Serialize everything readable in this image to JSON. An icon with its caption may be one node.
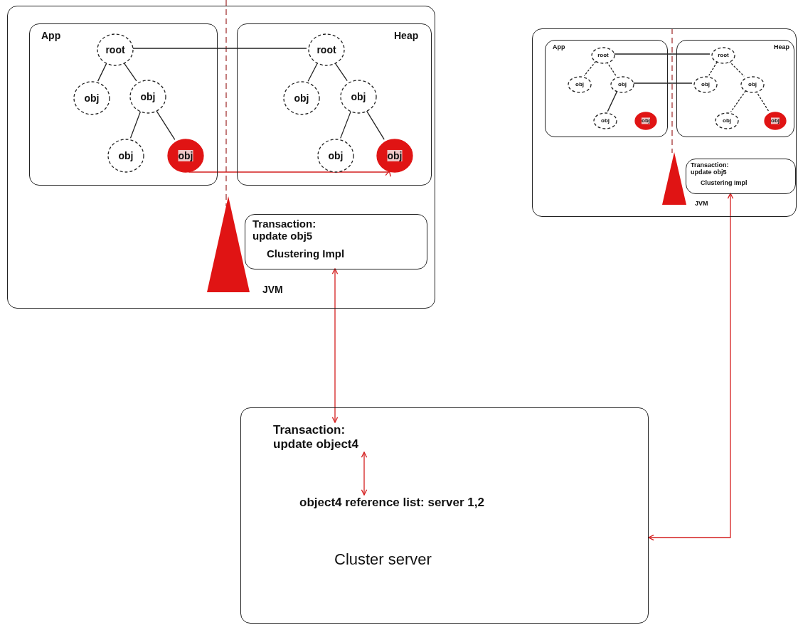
{
  "diagram": {
    "nodes": [
      {
        "text": [
          "JVM"
        ]
      },
      {
        "text": [
          "App"
        ],
        "in": 0
      },
      {
        "text": [
          "root"
        ],
        "in": 1
      },
      {
        "text": [
          "obj"
        ],
        "in": 1
      },
      {
        "text": [
          "obj"
        ],
        "in": 1
      },
      {
        "text": [
          "obj"
        ],
        "in": 1
      },
      {
        "text": [
          "obj"
        ],
        "in": 1
      },
      {
        "text": [
          "Heap"
        ],
        "in": 0
      },
      {
        "text": [
          "root"
        ],
        "in": 7
      },
      {
        "text": [
          "obj"
        ],
        "in": 7
      },
      {
        "text": [
          "obj"
        ],
        "in": 7
      },
      {
        "text": [
          "obj"
        ],
        "in": 7
      },
      {
        "text": [
          "obj"
        ],
        "in": 7
      },
      {
        "text": [
          "Transaction: update obj5",
          "Clustering Impl"
        ],
        "in": 0
      },
      {
        "text": [
          "JVM"
        ]
      },
      {
        "text": [
          "App"
        ],
        "in": 14
      },
      {
        "text": [
          "root"
        ],
        "in": 15
      },
      {
        "text": [
          "obj"
        ],
        "in": 15
      },
      {
        "text": [
          "obj"
        ],
        "in": 15
      },
      {
        "text": [
          "obj"
        ],
        "in": 15
      },
      {
        "text": [
          "obj"
        ],
        "in": 15
      },
      {
        "text": [
          "Heap"
        ],
        "in": 14
      },
      {
        "text": [
          "root"
        ],
        "in": 21
      },
      {
        "text": [
          "obj"
        ],
        "in": 21
      },
      {
        "text": [
          "obj"
        ],
        "in": 21
      },
      {
        "text": [
          "obj"
        ],
        "in": 21
      },
      {
        "text": [
          "obj"
        ],
        "in": 21
      },
      {
        "text": [
          "Transaction: update obj5",
          "Clustering Impl"
        ],
        "in": 14
      },
      {
        "text": [
          "Cluster server"
        ]
      },
      {
        "text": [
          "Transaction: update object4"
        ],
        "in": 28
      },
      {
        "text": [
          "object4 reference list: server 1,2"
        ],
        "in": 28
      },
      {
        "text": [],
        "shape": "triangle",
        "in": 0
      },
      {
        "text": [],
        "shape": "triangle",
        "in": 14
      }
    ],
    "edges": [
      {
        "from": 2,
        "to": 8,
        "arrow": "none"
      },
      {
        "from": 2,
        "to": 3,
        "arrow": "none"
      },
      {
        "from": 2,
        "to": 4,
        "arrow": "none"
      },
      {
        "from": 4,
        "to": 5,
        "arrow": "none"
      },
      {
        "from": 4,
        "to": 6,
        "arrow": "none"
      },
      {
        "from": 8,
        "to": 9,
        "arrow": "none"
      },
      {
        "from": 8,
        "to": 10,
        "arrow": "none"
      },
      {
        "from": 10,
        "to": 11,
        "arrow": "none"
      },
      {
        "from": 10,
        "to": 12,
        "arrow": "none"
      },
      {
        "from": 6,
        "to": 12,
        "arrow": "to",
        "color": "#d42020"
      },
      {
        "from": 16,
        "to": 22,
        "arrow": "none"
      },
      {
        "from": 18,
        "to": 23,
        "arrow": "none"
      },
      {
        "from": 16,
        "to": 17,
        "arrow": "none",
        "style": "dashed"
      },
      {
        "from": 16,
        "to": 18,
        "arrow": "none",
        "style": "dashed"
      },
      {
        "from": 18,
        "to": 19,
        "arrow": "none"
      },
      {
        "from": 22,
        "to": 23,
        "arrow": "none",
        "style": "dashed"
      },
      {
        "from": 22,
        "to": 24,
        "arrow": "none",
        "style": "dashed"
      },
      {
        "from": 24,
        "to": 25,
        "arrow": "none",
        "style": "dashed"
      },
      {
        "from": 24,
        "to": 26,
        "arrow": "none",
        "style": "dashed"
      },
      {
        "from": 13,
        "to": 29,
        "arrow": "both",
        "color": "#d42020"
      },
      {
        "from": 29,
        "to": 30,
        "arrow": "both",
        "color": "#d42020"
      },
      {
        "from": 28,
        "to": 27,
        "arrow": "both",
        "color": "#d42020"
      }
    ]
  }
}
